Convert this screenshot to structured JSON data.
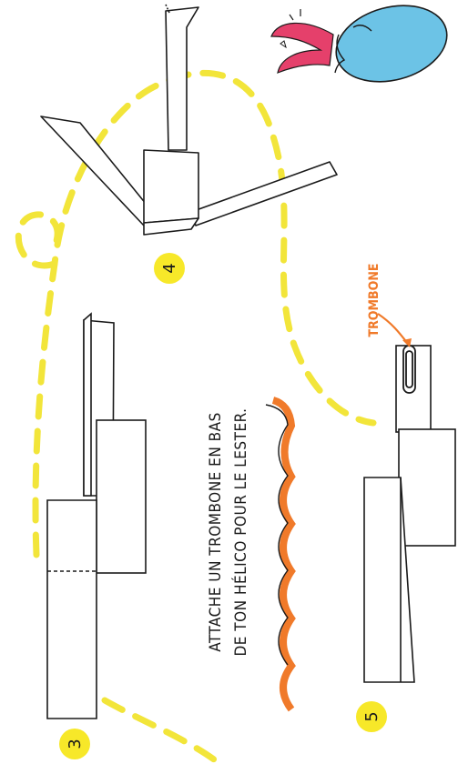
{
  "steps": [
    {
      "number": "3"
    },
    {
      "number": "4"
    },
    {
      "number": "5"
    }
  ],
  "instruction": {
    "line1": "ATTACHE UN TROMBONE EN BAS",
    "line2": "DE TON HÉLICO POUR LE LESTER."
  },
  "callout": {
    "label": "TROMBONE"
  },
  "colors": {
    "step_badge": "#f7e829",
    "dashes": "#f2e53a",
    "wave_orange": "#f07a2a",
    "callout_text": "#f07a2a",
    "character_body": "#6cc3e6",
    "character_feathers": "#e5406b",
    "ink": "#1a1a1a"
  },
  "icons": {
    "character": "bird-character-icon",
    "paperclip": "paperclip-icon"
  }
}
